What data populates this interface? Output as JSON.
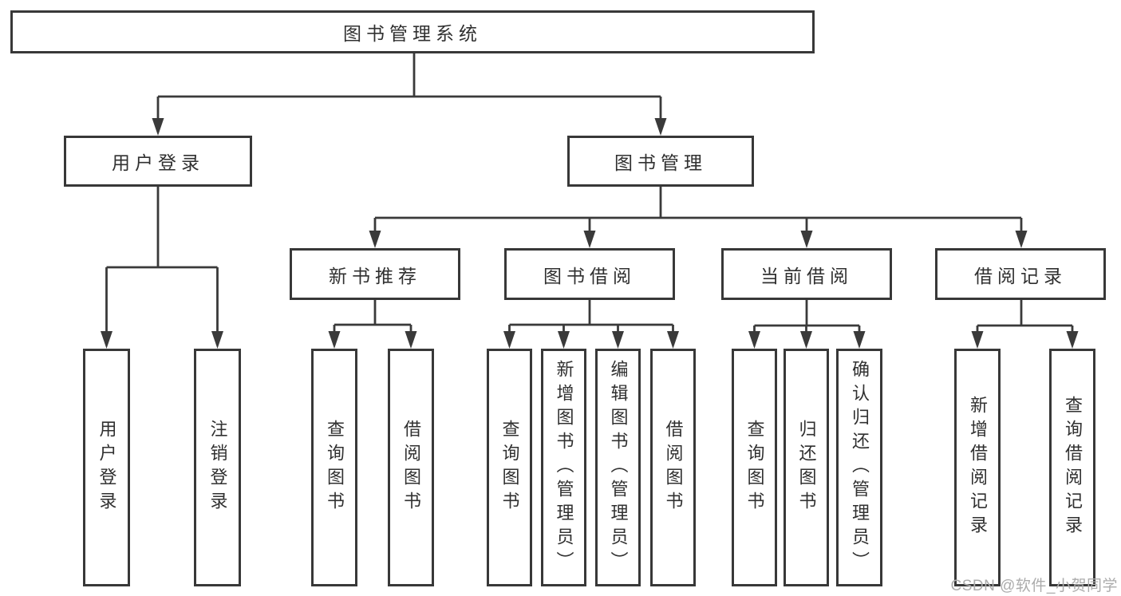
{
  "diagram_type": "hierarchy-tree",
  "colors": {
    "line": "#3a3a3a",
    "box_border": "#383838",
    "text": "#303030",
    "watermark": "#acacac",
    "background": "#ffffff"
  },
  "tree": {
    "root": {
      "label": "图书管理系统"
    },
    "level2": [
      {
        "label": "用户登录"
      },
      {
        "label": "图书管理"
      }
    ],
    "level3": [
      {
        "label": "新书推荐",
        "parent": "图书管理"
      },
      {
        "label": "图书借阅",
        "parent": "图书管理"
      },
      {
        "label": "当前借阅",
        "parent": "图书管理"
      },
      {
        "label": "借阅记录",
        "parent": "图书管理"
      }
    ],
    "leaves": [
      {
        "label": "用户登录",
        "parent": "用户登录"
      },
      {
        "label": "注销登录",
        "parent": "用户登录"
      },
      {
        "label": "查询图书",
        "parent": "新书推荐"
      },
      {
        "label": "借阅图书",
        "parent": "新书推荐"
      },
      {
        "label": "查询图书",
        "parent": "图书借阅"
      },
      {
        "label": "新增图书（管理员）",
        "parent": "图书借阅"
      },
      {
        "label": "编辑图书（管理员）",
        "parent": "图书借阅"
      },
      {
        "label": "借阅图书",
        "parent": "图书借阅"
      },
      {
        "label": "查询图书",
        "parent": "当前借阅"
      },
      {
        "label": "归还图书",
        "parent": "当前借阅"
      },
      {
        "label": "确认归还（管理员）",
        "parent": "当前借阅"
      },
      {
        "label": "新增借阅记录",
        "parent": "借阅记录"
      },
      {
        "label": "查询借阅记录",
        "parent": "借阅记录"
      }
    ]
  },
  "watermark": "CSDN @软件_小贺同学"
}
